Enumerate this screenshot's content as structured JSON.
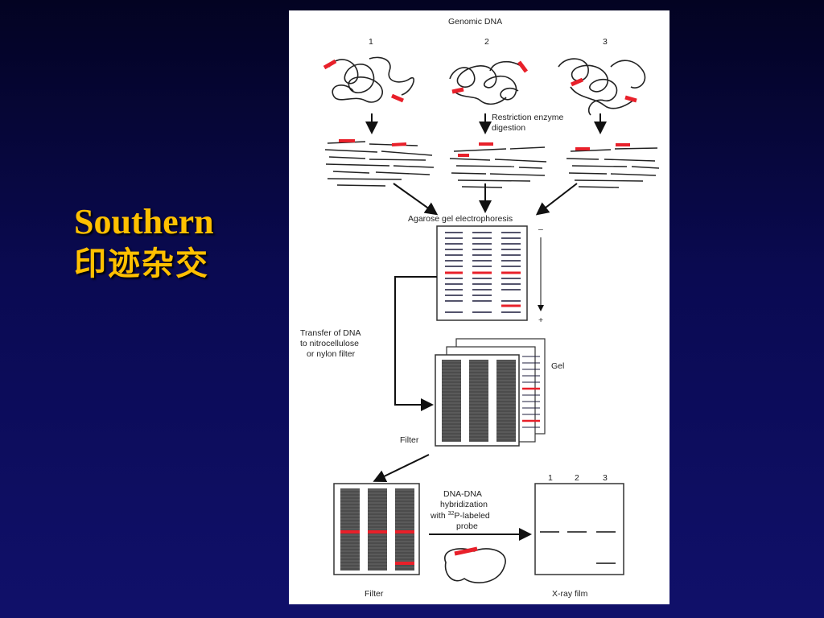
{
  "slide": {
    "title_line1": "Southern",
    "title_line2": "印迹杂交"
  },
  "figure": {
    "heading": "Genomic DNA",
    "samples": [
      "1",
      "2",
      "3"
    ],
    "step1": [
      "Restriction enzyme",
      "digestion"
    ],
    "step2": "Agarose gel electrophoresis",
    "gel_minus": "–",
    "gel_plus": "+",
    "transfer": [
      "Transfer of DNA",
      "to nitrocellulose",
      "or nylon filter"
    ],
    "gel_label": "Gel",
    "filter_label": "Filter",
    "hyb_lines": [
      "DNA-DNA",
      "hybridization",
      "with ",
      "32",
      "P-labeled",
      "probe"
    ],
    "filter_label_bottom": "Filter",
    "film_lanes": [
      "1",
      "2",
      "3"
    ],
    "film_label": "X-ray film"
  },
  "colors": {
    "background": "#0a0a52",
    "title": "#ffc000",
    "probe": "#e8202a",
    "filter_lane": "#555555"
  }
}
